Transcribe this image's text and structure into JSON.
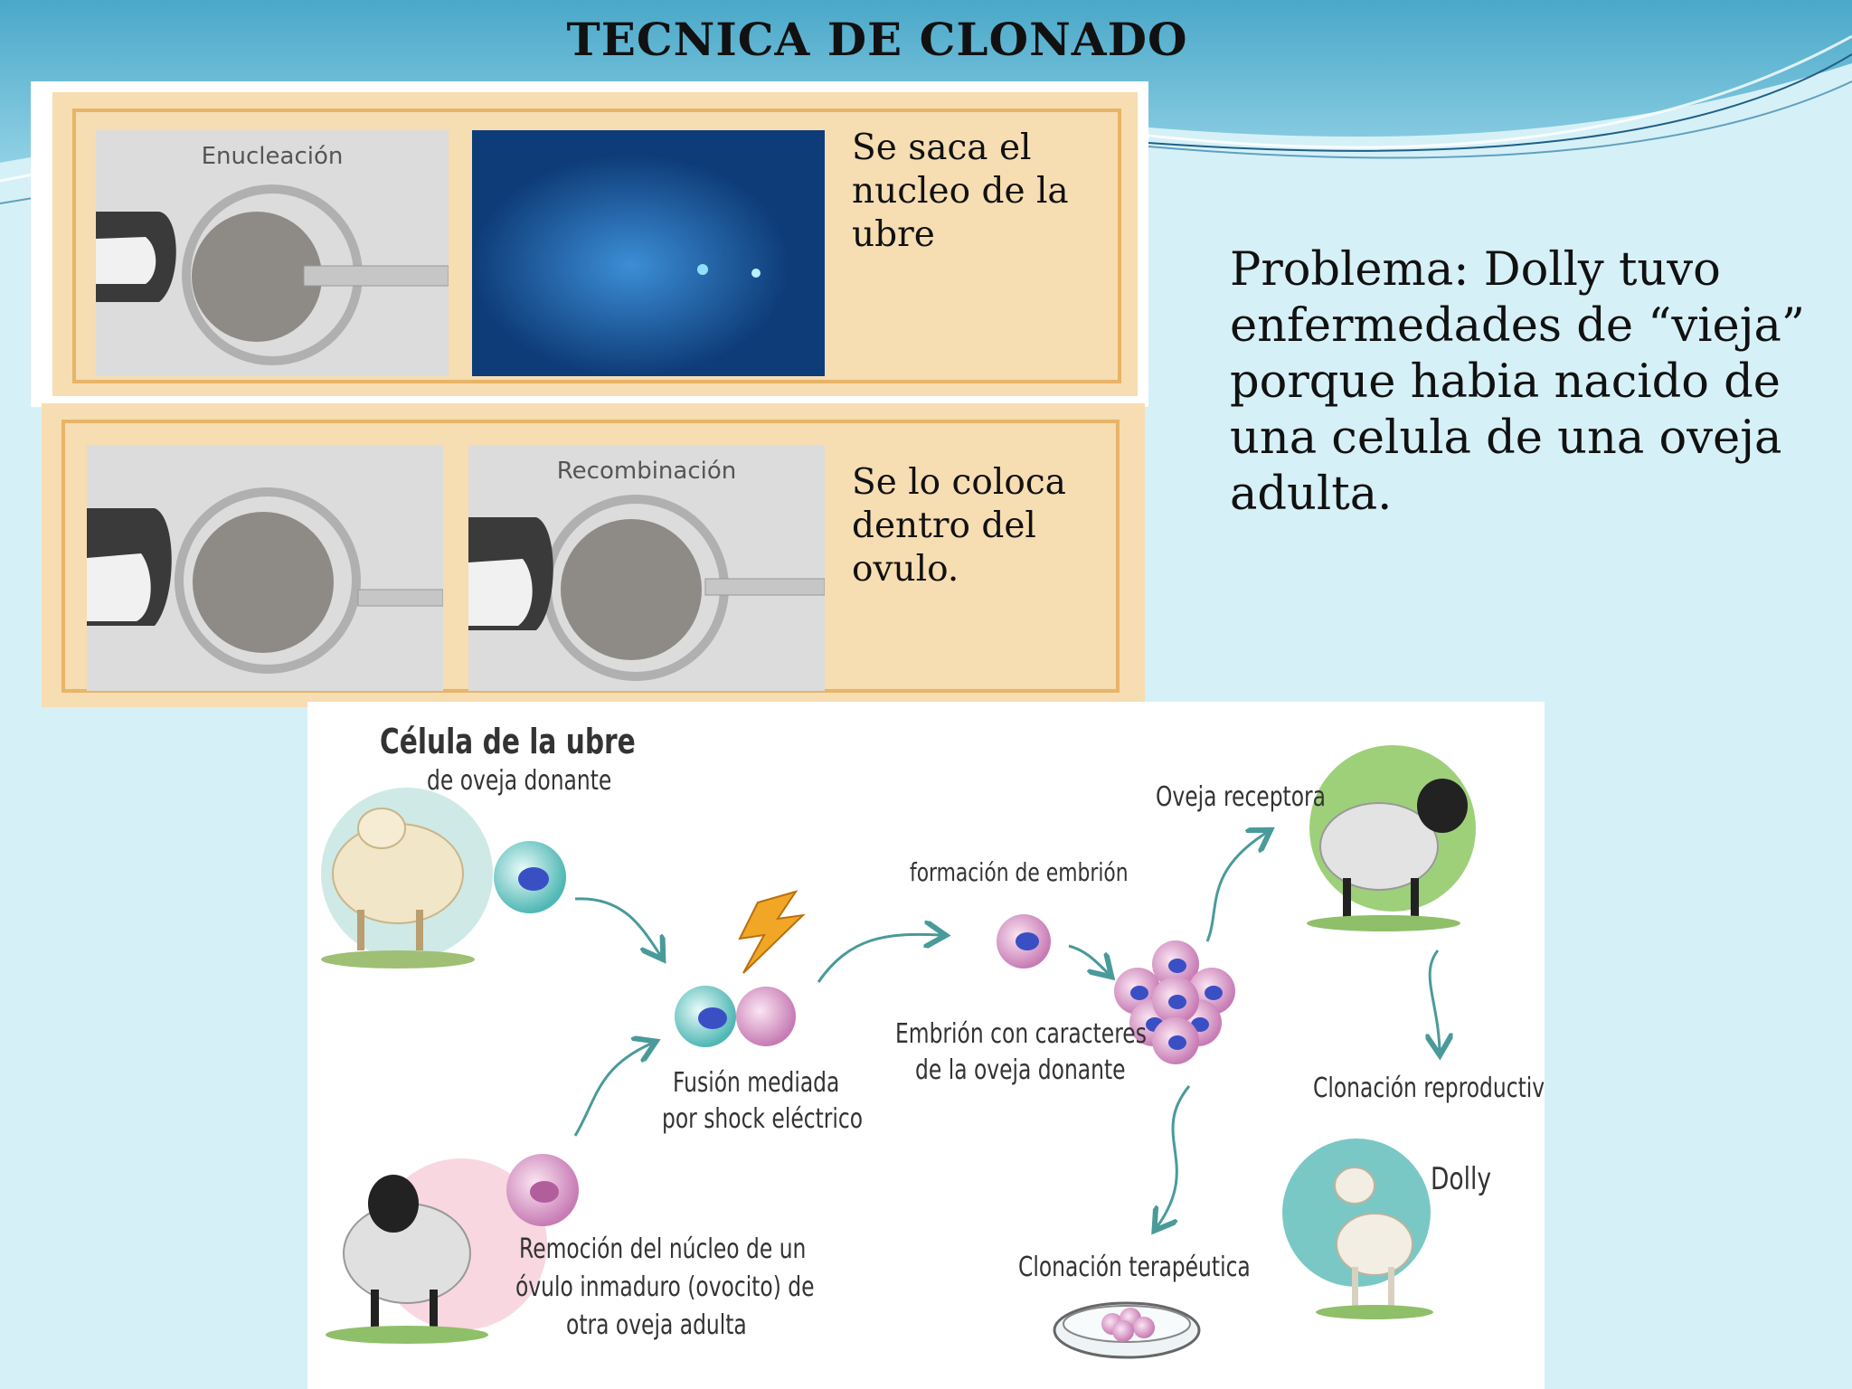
{
  "slide": {
    "title": "TECNICA DE CLONADO",
    "problem_text": "Problema: Dolly tuvo enfermedades de “vieja” porque habia nacido de una celula de una oveja adulta."
  },
  "top_panel": {
    "image_label": "Enucleación",
    "caption": "Se saca el nucleo de la ubre"
  },
  "bottom_panel": {
    "image_label": "Recombinación",
    "caption": "Se lo coloca dentro del ovulo."
  },
  "diagram": {
    "donor_title": "Célula de la ubre",
    "donor_subtitle": "de oveja donante",
    "fusion_line1": "Fusión mediada",
    "fusion_line2": "por shock eléctrico",
    "embryo_formation": "formación de embrión",
    "embryo_line1": "Embrión con caracteres",
    "embryo_line2": "de la oveja donante",
    "recipient": "Oveja receptora",
    "reproductive": "Clonación reproductiva",
    "dolly": "Dolly",
    "removal_line1": "Remoción  del núcleo de un",
    "removal_line2": "óvulo inmaduro (ovocito) de",
    "removal_line3": "otra oveja adulta",
    "therapeutic": "Clonación terapéutica"
  }
}
